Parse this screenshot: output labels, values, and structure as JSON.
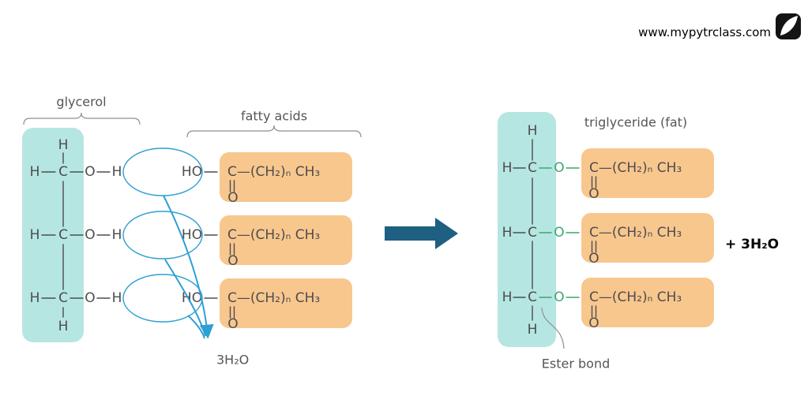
{
  "header": {
    "website": "www.mypytrclass.com"
  },
  "reactants": {
    "glycerol_label": "glycerol",
    "fatty_acids_label": "fatty acids",
    "water_released": "3H₂O"
  },
  "product": {
    "title": "triglyceride (fat)",
    "plus_water": "+ 3H₂O",
    "ester_bond_label": "Ester bond"
  },
  "atoms": {
    "h": "H",
    "c": "C",
    "o": "O",
    "ho": "HO"
  },
  "formula": {
    "acyl_chain": "C—(CH₂)ₙ CH₃",
    "carbonyl_o": "O"
  },
  "colors": {
    "glycerol_box": "#b6e6e1",
    "fatty_acid_box": "#f8c78e",
    "highlight_blue": "#2e9fd4",
    "reaction_arrow_blue": "#1e5f82",
    "ester_green": "#3aa76d",
    "text_gray": "#4d4d4d"
  }
}
